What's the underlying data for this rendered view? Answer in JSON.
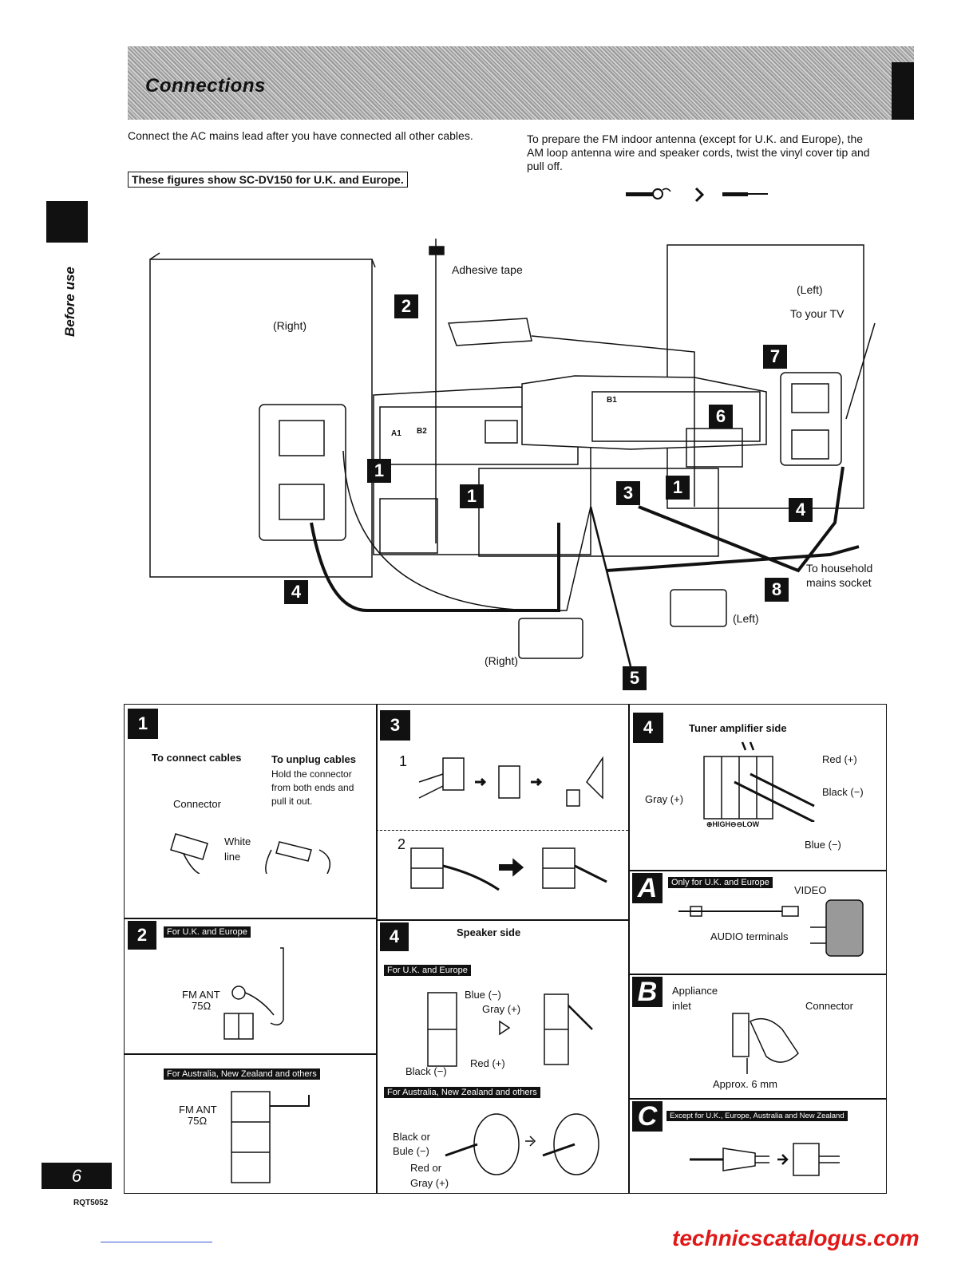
{
  "header": {
    "title": "Connections"
  },
  "side": {
    "label": "Before use"
  },
  "intro": {
    "left": "Connect the AC mains lead after you have connected all other cables.",
    "right": "To prepare the FM indoor antenna (except for U.K. and Europe), the AM loop antenna wire and speaker cords, twist the vinyl cover tip and pull off.",
    "figures_note": "These figures show SC-DV150 for U.K. and Europe."
  },
  "diagram": {
    "adhesive_tape": "Adhesive tape",
    "right": "(Right)",
    "left": "(Left)",
    "to_tv": "To your TV",
    "to_mains": "To household mains socket",
    "speaker_left": "(Left)",
    "speaker_right": "(Right)",
    "a1": "A1",
    "b2": "B2",
    "b1": "B1",
    "steps": [
      "1",
      "2",
      "3",
      "4",
      "5",
      "6",
      "7",
      "8"
    ]
  },
  "panels": {
    "p1": {
      "num": "1",
      "connect": "To connect cables",
      "unplug": "To unplug cables",
      "unplug_desc": "Hold the connector from both ends and pull it out.",
      "connector": "Connector",
      "white_line": "White line"
    },
    "p3": {
      "num": "3",
      "s1": "1",
      "s2": "2"
    },
    "p4a": {
      "num": "4",
      "title": "Tuner amplifier side",
      "red": "Red (+)",
      "black": "Black (−)",
      "gray": "Gray (+)",
      "blue": "Blue (−)",
      "terminals": "⊕HIGH⊖⊖LOW"
    },
    "pA": {
      "letter": "A",
      "tag": "Only for U.K. and Europe",
      "video": "VIDEO",
      "audio": "AUDIO terminals"
    },
    "p2": {
      "num": "2",
      "tag_uk": "For U.K. and Europe",
      "fm_ant": "FM ANT",
      "ohm": "75Ω",
      "tag_aus": "For Australia, New Zealand and others"
    },
    "p4b": {
      "num": "4",
      "title": "Speaker side",
      "tag_uk": "For U.K. and Europe",
      "blue": "Blue (−)",
      "gray": "Gray (+)",
      "black": "Black (−)",
      "red": "Red (+)",
      "tag_aus": "For Australia, New Zealand and others",
      "black_or": "Black or",
      "bule": "Bule (−)",
      "red_or": "Red or",
      "gray2": "Gray (+)"
    },
    "pB": {
      "letter": "B",
      "appliance": "Appliance",
      "inlet": "inlet",
      "connector": "Connector",
      "approx": "Approx. 6 mm"
    },
    "pC": {
      "letter": "C",
      "tag": "Except for U.K., Europe, Australia and New Zealand"
    }
  },
  "footer": {
    "page": "6",
    "model": "RQT5052",
    "website": "technicscatalogus.com"
  }
}
